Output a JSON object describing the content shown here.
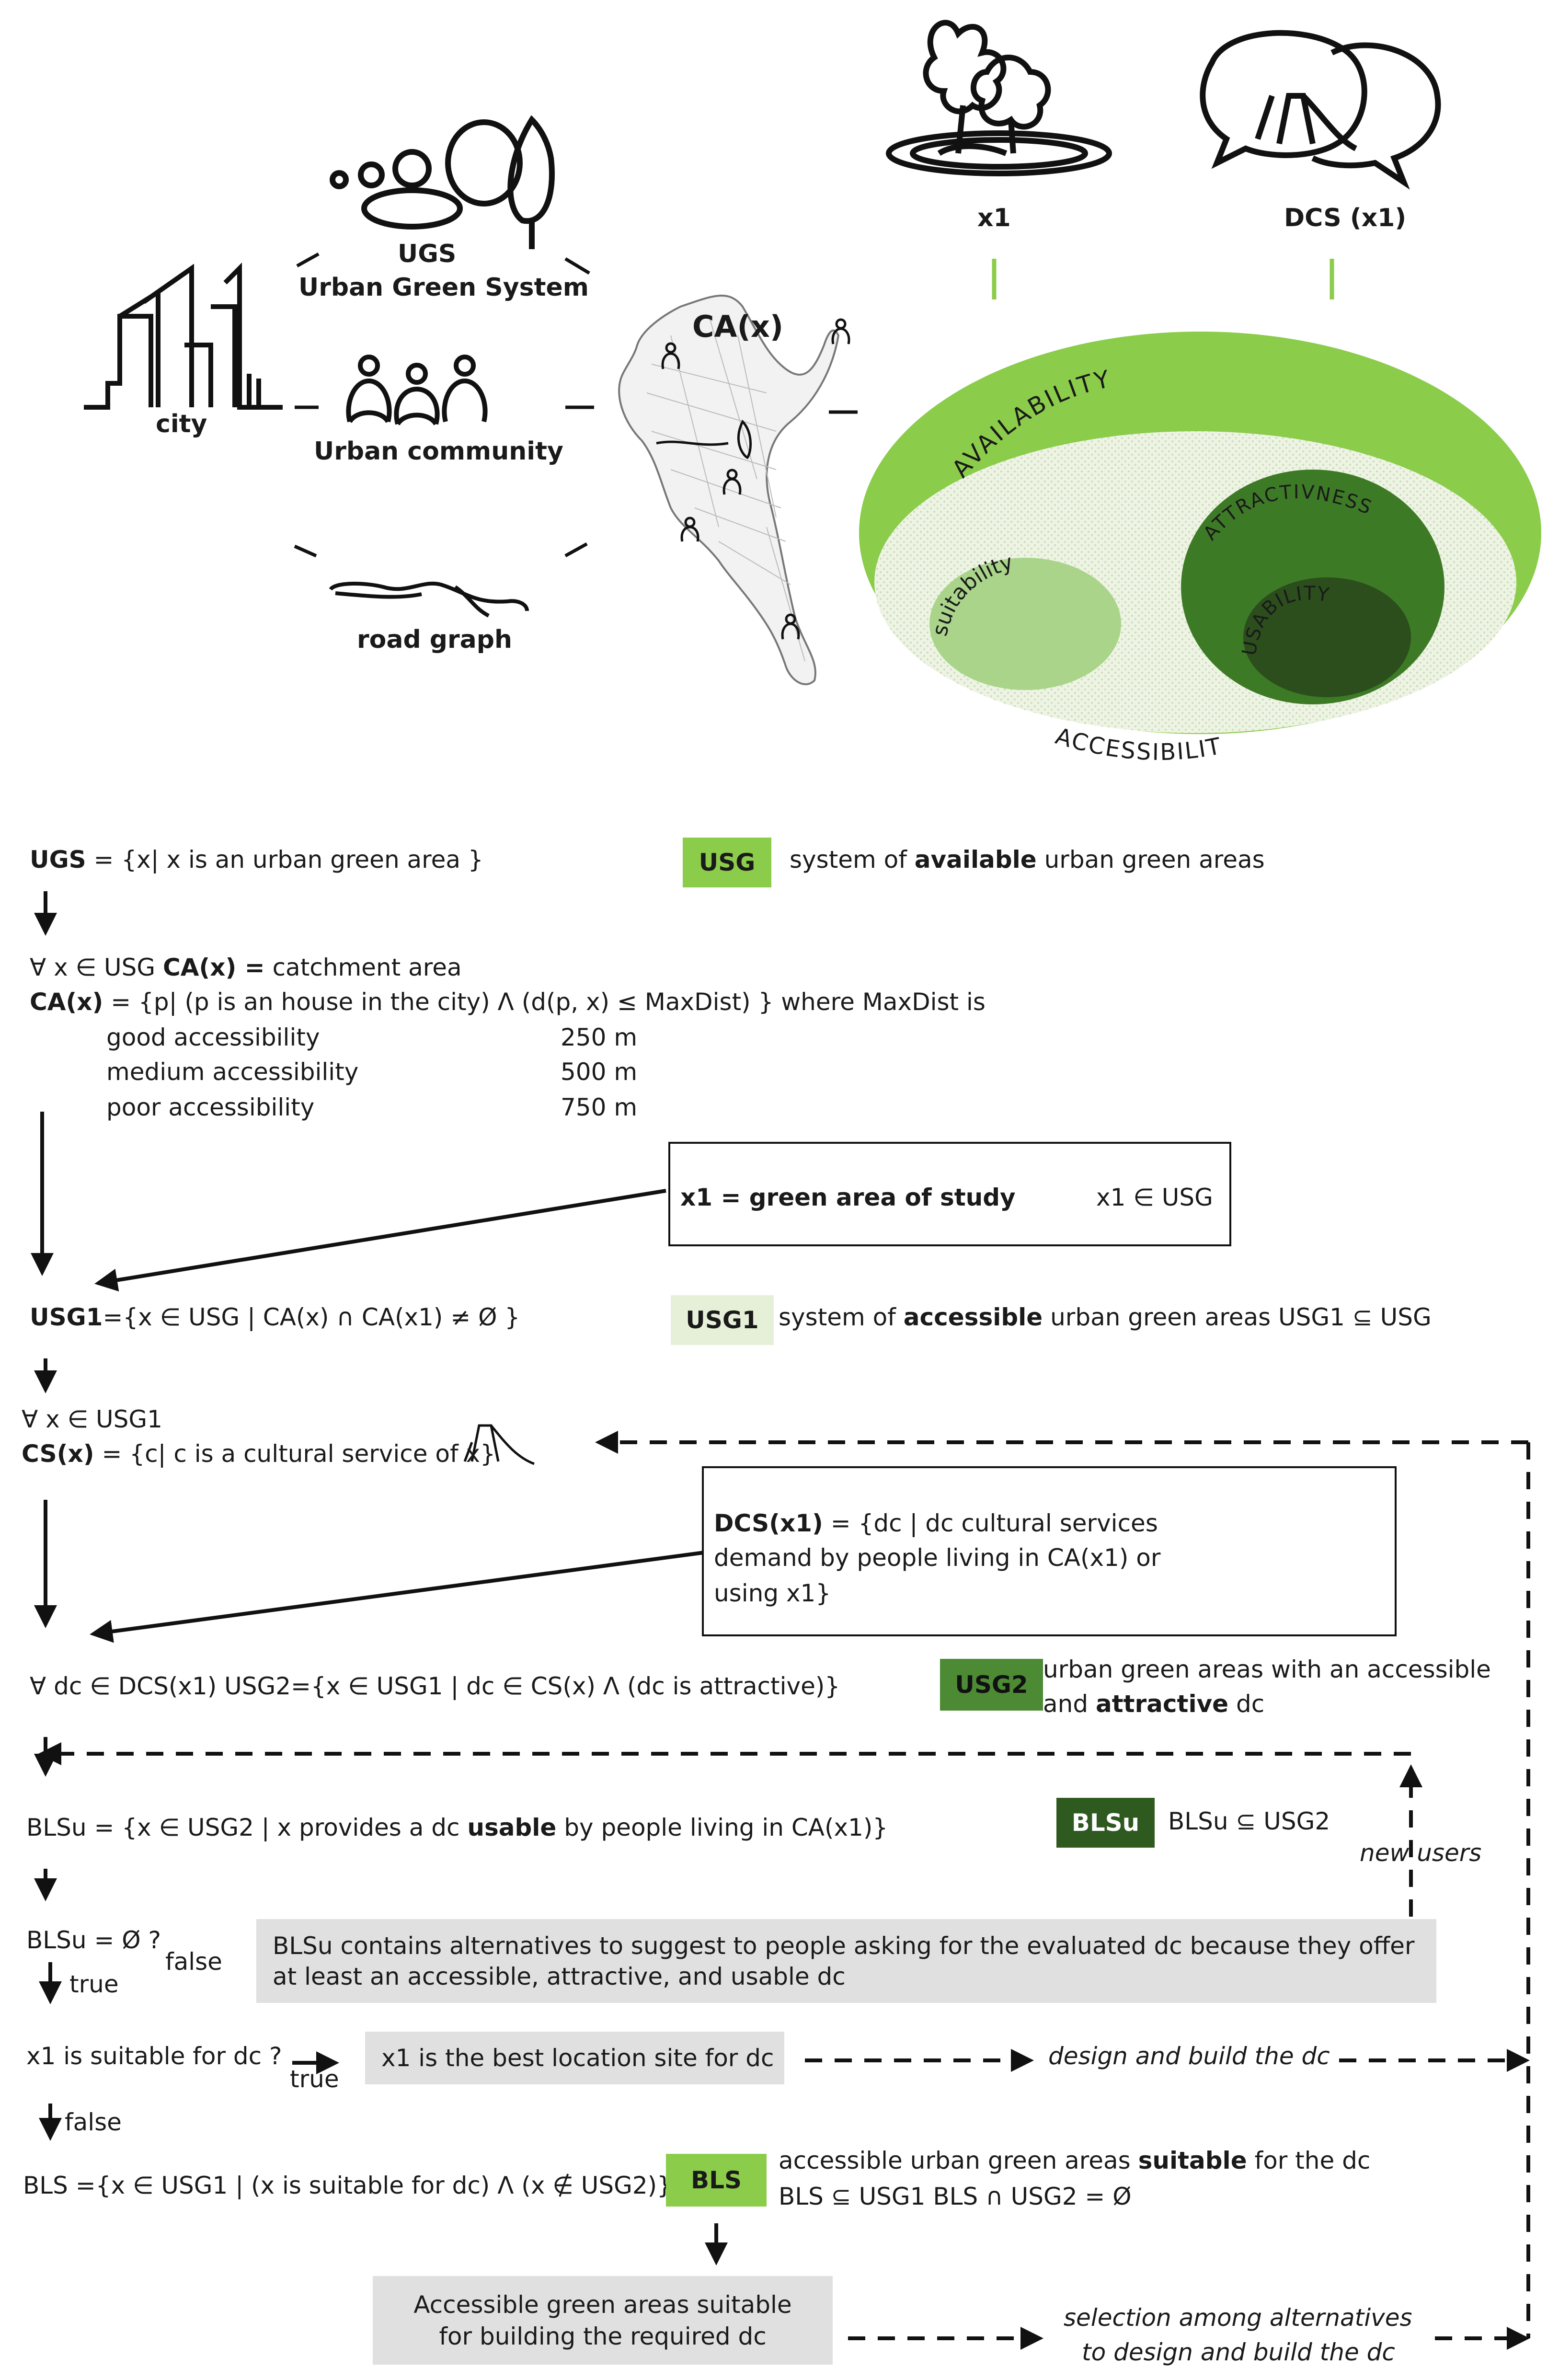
{
  "colors": {
    "availability": "#8bcc4b",
    "accessibility_dots": "#e6f0d9",
    "suitability": "#a9d48a",
    "attractiveness": "#3d7a26",
    "usability": "#2b4e1c",
    "usg": "#8bcc4b",
    "usg1": "#e6f0d9",
    "usg2": "#4c8a34",
    "blsu": "#2f5a1f",
    "bls": "#8bcc4b",
    "gray_box": "#e0e0e0"
  },
  "top": {
    "ugs_label": "UGS",
    "ugs_sub": "Urban Green System",
    "city": "city",
    "community": "Urban community",
    "road_graph": "road graph",
    "ca": "CA(x)",
    "x1": "x1",
    "dcs": "DCS (x1)",
    "availability": "AVAILABILITY",
    "attractiveness": "ATTRACTIVNESS",
    "suitability": "suitability",
    "usability": "USABILITY",
    "accessibility": "ACCESSIBILITY"
  },
  "flow": {
    "ugs_prefix": "UGS",
    "ugs_rest": " = {x| x  is an urban  green area }",
    "usg_tag": "USG",
    "usg_pre": "system of ",
    "usg_bold": "available",
    "usg_post": " urban green areas",
    "forall_usg_pre": "∀ x ∈ USG   ",
    "forall_usg_bold": "CA(x) =",
    "forall_usg_post": " catchment area",
    "ca_bold": "CA(x)",
    "ca_rest": " = {p| (p is an house in the city) Λ (d(p, x) ≤ MaxDist) } where MaxDist is",
    "acc_good": "good accessibility",
    "acc_good_val": "250 m",
    "acc_medium": "medium accessibility",
    "acc_medium_val": "500 m",
    "acc_poor": "poor accessibility",
    "acc_poor_val": "750 m",
    "x1_box": "x1 = green area of study",
    "x1_box_member": "x1 ∈ USG",
    "usg1_bold": "USG1",
    "usg1_rest": "={x ∈ USG | CA(x) ∩ CA(x1) ≠ Ø }",
    "usg1_tag": "USG1",
    "usg1_pre": "system of ",
    "usg1_bold_word": "accessible",
    "usg1_post": " urban green areas  USG1 ⊆ USG",
    "forall_usg1": "∀ x ∈ USG1",
    "cs_bold": "CS(x)",
    "cs_rest": " = {c| c is a cultural service of x}",
    "dcs_bold": "DCS(x1)",
    "dcs_line1": " = {dc | dc cultural services",
    "dcs_line2": "demand by people living in CA(x1) or",
    "dcs_line3": "using x1}",
    "usg2_def": "∀ dc ∈ DCS(x1)  USG2={x ∈ USG1 | dc ∈ CS(x) Λ (dc is attractive)}",
    "usg2_tag": "USG2",
    "usg2_line1": "urban green areas with an accessible",
    "usg2_line2_pre": "and ",
    "usg2_line2_bold": "attractive",
    "usg2_line2_post": " dc",
    "blsu_pre": "BLSu = {x ∈ USG2 | x  provides a dc ",
    "blsu_bold": "usable",
    "blsu_post": " by people living in CA(x1)}",
    "blsu_tag": "BLSu",
    "blsu_sub": "BLSu ⊆ USG2",
    "new_users": "new users",
    "blsu_empty_q": "BLSu = Ø ?",
    "false_label": "false",
    "true_label": "true",
    "blsu_box_line1": "BLSu contains alternatives to suggest to people asking for the evaluated dc because they offer",
    "blsu_box_line2": "at least an accessible, attractive, and usable dc",
    "x1_suitable_q": "x1 is suitable for dc ?",
    "true_label2": "true",
    "best_site": "x1 is the best location site for dc",
    "design_build": "design and build the dc",
    "false_label2": "false",
    "bls_def": "BLS ={x ∈ USG1 | (x is suitable for dc)  Λ (x ∉ USG2)}",
    "bls_tag": "BLS",
    "bls_line1_pre": "accessible urban green areas ",
    "bls_line1_bold": "suitable",
    "bls_line1_post": " for the dc",
    "bls_line2": "BLS ⊆ USG1     BLS ∩ USG2 = Ø",
    "final_box_line1": "Accessible green areas suitable",
    "final_box_line2": "for building the required dc",
    "selection_line1": "selection among alternatives",
    "selection_line2": "to design and build the dc"
  }
}
